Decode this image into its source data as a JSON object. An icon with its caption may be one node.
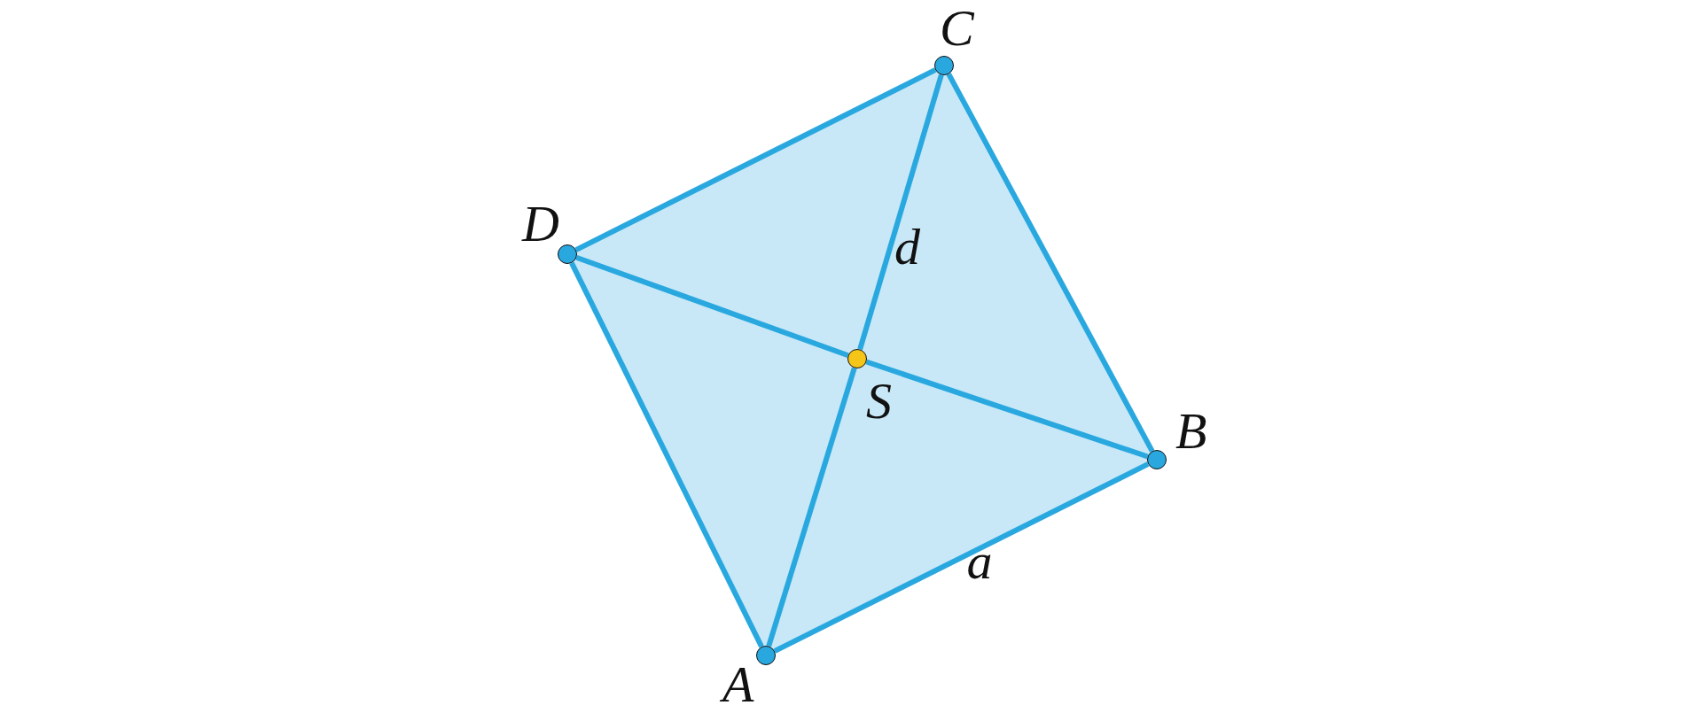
{
  "diagram": {
    "nodes": [
      {
        "text": [
          "C"
        ]
      },
      {
        "text": [
          "D"
        ]
      },
      {
        "text": [
          "S"
        ]
      },
      {
        "text": [
          "B"
        ]
      },
      {
        "text": [
          "A"
        ]
      }
    ],
    "edges": [
      {
        "from": 0,
        "to": 1,
        "arrow": "none"
      },
      {
        "from": 1,
        "to": 4,
        "arrow": "none"
      },
      {
        "from": 4,
        "to": 3,
        "arrow": "none",
        "label": "a"
      },
      {
        "from": 3,
        "to": 0,
        "arrow": "none"
      },
      {
        "from": 1,
        "to": 2,
        "arrow": "none"
      },
      {
        "from": 2,
        "to": 3,
        "arrow": "none"
      },
      {
        "from": 4,
        "to": 2,
        "arrow": "none"
      },
      {
        "from": 2,
        "to": 0,
        "arrow": "none",
        "label": "d"
      }
    ]
  }
}
